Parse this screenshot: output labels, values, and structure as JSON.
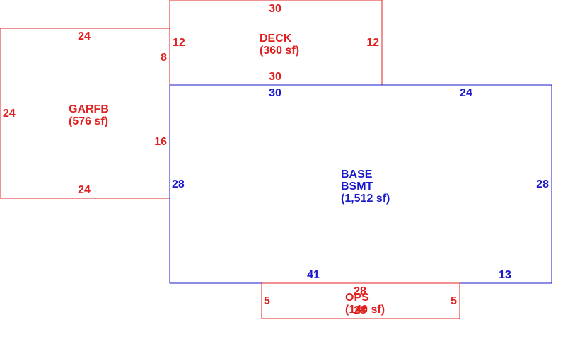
{
  "colors": {
    "red": "#e02020",
    "blue": "#1a1acc"
  },
  "areas": {
    "deck": {
      "name": "DECK",
      "area": "(360 sf)",
      "dims": [
        "30",
        "12",
        "12",
        "30"
      ]
    },
    "garage": {
      "name": "GARFB",
      "area": "(576 sf)",
      "dims": [
        "24",
        "8",
        "24",
        "24",
        "16"
      ]
    },
    "base": {
      "name1": "BASE",
      "name2": "BSMT",
      "area": "(1,512 sf)",
      "dims": [
        "30",
        "24",
        "28",
        "28",
        "41",
        "13"
      ]
    },
    "ops": {
      "name": "OPS",
      "area": "(140 sf)",
      "dims": [
        "28",
        "5",
        "5",
        "28"
      ]
    }
  }
}
